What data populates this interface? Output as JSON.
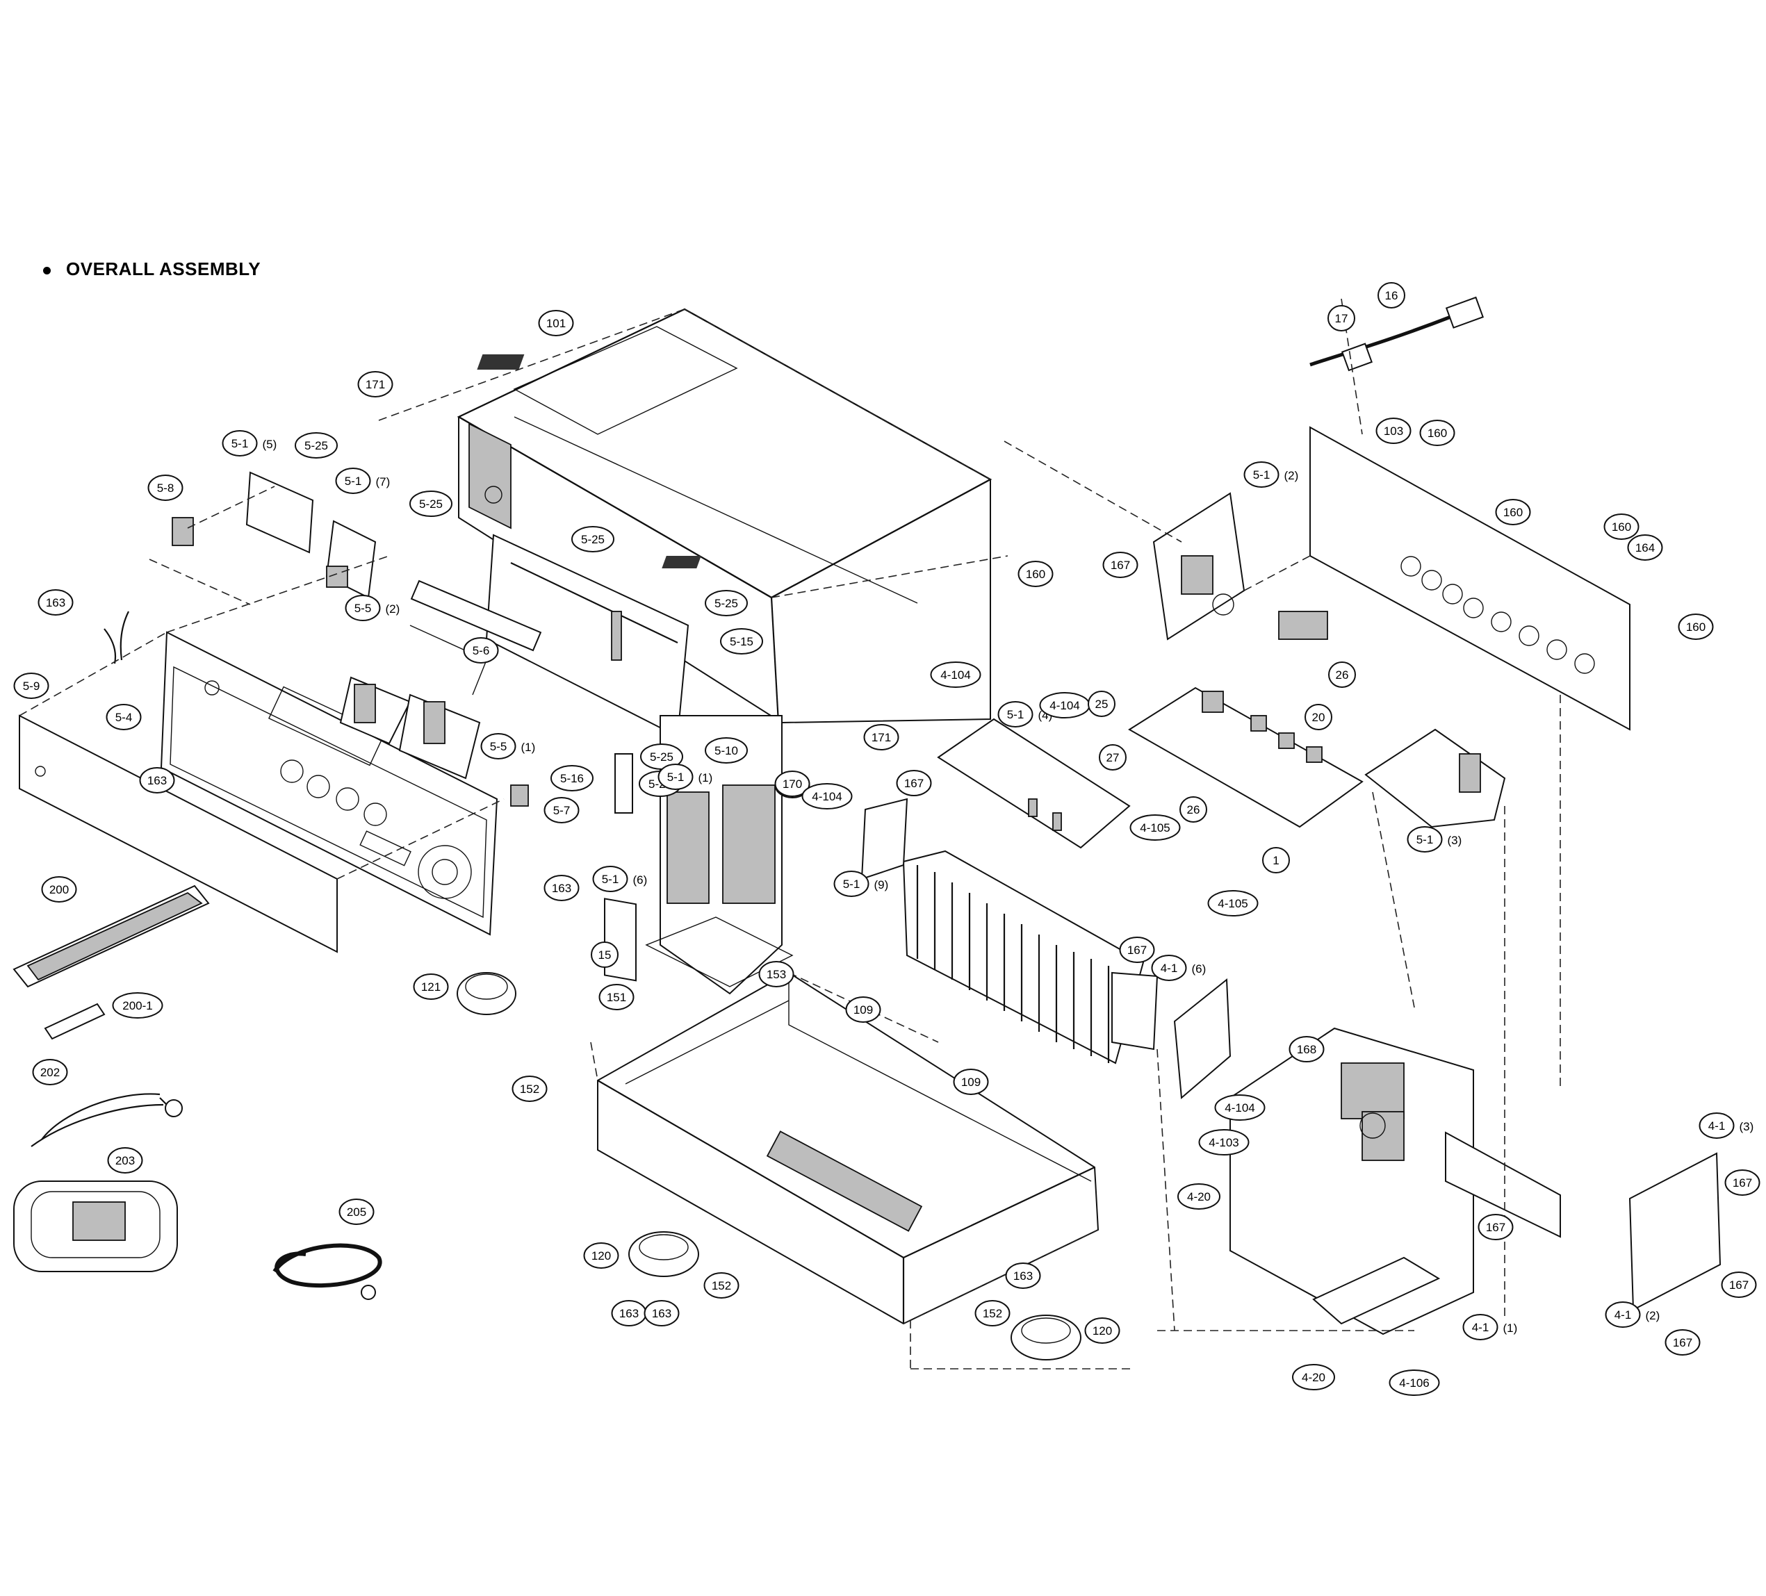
{
  "heading": "OVERALL ASSEMBLY",
  "callouts": [
    {
      "label": "101",
      "suffix": ""
    },
    {
      "label": "171",
      "suffix": ""
    },
    {
      "label": "5-1",
      "suffix": "(5)"
    },
    {
      "label": "5-25",
      "suffix": ""
    },
    {
      "label": "5-1",
      "suffix": "(7)"
    },
    {
      "label": "5-8",
      "suffix": ""
    },
    {
      "label": "5-25",
      "suffix": ""
    },
    {
      "label": "5-25",
      "suffix": ""
    },
    {
      "label": "163",
      "suffix": ""
    },
    {
      "label": "5-5",
      "suffix": "(2)"
    },
    {
      "label": "5-6",
      "suffix": ""
    },
    {
      "label": "5-25",
      "suffix": ""
    },
    {
      "label": "5-15",
      "suffix": ""
    },
    {
      "label": "5-9",
      "suffix": ""
    },
    {
      "label": "5-4",
      "suffix": ""
    },
    {
      "label": "5-5",
      "suffix": "(1)"
    },
    {
      "label": "5-25",
      "suffix": ""
    },
    {
      "label": "5-10",
      "suffix": ""
    },
    {
      "label": "5-16",
      "suffix": ""
    },
    {
      "label": "5-25",
      "suffix": ""
    },
    {
      "label": "5-1",
      "suffix": "(1)"
    },
    {
      "label": "163",
      "suffix": ""
    },
    {
      "label": "5-7",
      "suffix": ""
    },
    {
      "label": "170",
      "suffix": ""
    },
    {
      "label": "163",
      "suffix": ""
    },
    {
      "label": "5-1",
      "suffix": "(6)"
    },
    {
      "label": "200",
      "suffix": ""
    },
    {
      "label": "200-1",
      "suffix": ""
    },
    {
      "label": "121",
      "suffix": ""
    },
    {
      "label": "160",
      "suffix": ""
    },
    {
      "label": "171",
      "suffix": ""
    },
    {
      "label": "17",
      "suffix": ""
    },
    {
      "label": "16",
      "suffix": ""
    },
    {
      "label": "103",
      "suffix": ""
    },
    {
      "label": "160",
      "suffix": ""
    },
    {
      "label": "5-1",
      "suffix": "(2)"
    },
    {
      "label": "160",
      "suffix": ""
    },
    {
      "label": "160",
      "suffix": ""
    },
    {
      "label": "164",
      "suffix": ""
    },
    {
      "label": "167",
      "suffix": ""
    },
    {
      "label": "160",
      "suffix": ""
    },
    {
      "label": "26",
      "suffix": ""
    },
    {
      "label": "20",
      "suffix": ""
    },
    {
      "label": "4-104",
      "suffix": ""
    },
    {
      "label": "5-1",
      "suffix": "(4)"
    },
    {
      "label": "4-104",
      "suffix": ""
    },
    {
      "label": "25",
      "suffix": ""
    },
    {
      "label": "27",
      "suffix": ""
    },
    {
      "label": "5-1",
      "suffix": "(3)"
    },
    {
      "label": "170",
      "suffix": ""
    },
    {
      "label": "4-104",
      "suffix": ""
    },
    {
      "label": "167",
      "suffix": ""
    },
    {
      "label": "4-105",
      "suffix": ""
    },
    {
      "label": "26",
      "suffix": ""
    },
    {
      "label": "1",
      "suffix": ""
    },
    {
      "label": "5-1",
      "suffix": "(9)"
    },
    {
      "label": "4-105",
      "suffix": ""
    },
    {
      "label": "167",
      "suffix": ""
    },
    {
      "label": "15",
      "suffix": ""
    },
    {
      "label": "153",
      "suffix": ""
    },
    {
      "label": "4-1",
      "suffix": "(6)"
    },
    {
      "label": "151",
      "suffix": ""
    },
    {
      "label": "109",
      "suffix": ""
    },
    {
      "label": "168",
      "suffix": ""
    },
    {
      "label": "152",
      "suffix": ""
    },
    {
      "label": "109",
      "suffix": ""
    },
    {
      "label": "4-104",
      "suffix": ""
    },
    {
      "label": "4-103",
      "suffix": ""
    },
    {
      "label": "4-1",
      "suffix": "(3)"
    },
    {
      "label": "167",
      "suffix": ""
    },
    {
      "label": "202",
      "suffix": ""
    },
    {
      "label": "203",
      "suffix": ""
    },
    {
      "label": "205",
      "suffix": ""
    },
    {
      "label": "120",
      "suffix": ""
    },
    {
      "label": "152",
      "suffix": ""
    },
    {
      "label": "163",
      "suffix": ""
    },
    {
      "label": "163",
      "suffix": ""
    },
    {
      "label": "152",
      "suffix": ""
    },
    {
      "label": "120",
      "suffix": ""
    },
    {
      "label": "163",
      "suffix": ""
    },
    {
      "label": "4-20",
      "suffix": ""
    },
    {
      "label": "167",
      "suffix": ""
    },
    {
      "label": "4-1",
      "suffix": "(1)"
    },
    {
      "label": "4-1",
      "suffix": "(2)"
    },
    {
      "label": "167",
      "suffix": ""
    },
    {
      "label": "167",
      "suffix": ""
    },
    {
      "label": "4-20",
      "suffix": ""
    },
    {
      "label": "4-106",
      "suffix": ""
    }
  ]
}
